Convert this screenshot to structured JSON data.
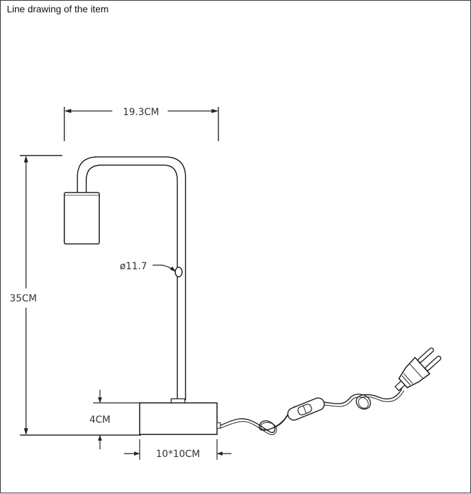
{
  "caption": "Line drawing of the item",
  "dimensions": {
    "width_label": "19.3CM",
    "height_label": "35CM",
    "diameter_label": "ø11.7",
    "base_height_label": "4CM",
    "base_size_label": "10*10CM"
  },
  "colors": {
    "line": "#222222",
    "background": "#ffffff"
  }
}
